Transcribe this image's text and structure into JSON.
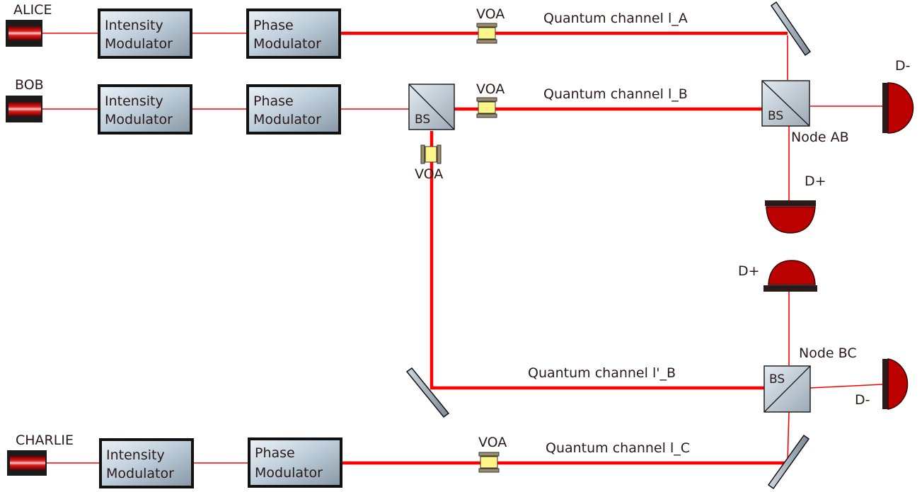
{
  "parties": {
    "alice": "ALICE",
    "bob": "BOB",
    "charlie": "CHARLIE"
  },
  "modulators": {
    "intensity": [
      "Intensity",
      "Modulator"
    ],
    "phase": [
      "Phase",
      "Modulator"
    ]
  },
  "voa": "VOA",
  "bs": "BS",
  "channels": {
    "la": "Quantum channel l_A",
    "lb": "Quantum channel l_B",
    "lpb": "Quantum channel l'_B",
    "lc": "Quantum channel l_C"
  },
  "nodes": {
    "ab": "Node AB",
    "bc": "Node BC"
  },
  "detectors": {
    "plus": "D+",
    "minus": "D-"
  },
  "colors": {
    "beam": "#ff0000",
    "detector": "#bb0000",
    "modulator": "#b9cbd8"
  }
}
